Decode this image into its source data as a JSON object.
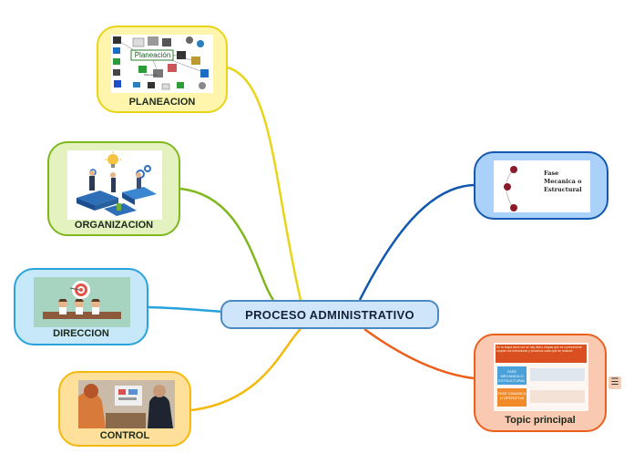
{
  "central": {
    "label": "PROCESO ADMINISTRATIVO"
  },
  "topics": [
    {
      "label": "PLANEACION",
      "image_text": "Planeación",
      "image_caption": "Planeación"
    },
    {
      "label": "ORGANIZACION"
    },
    {
      "label": "DIRECCION"
    },
    {
      "label": "CONTROL"
    },
    {
      "label": "",
      "image_text": "Fase Mecanica o Estructural"
    },
    {
      "label": "Topic principal",
      "image_text": "En la etapa tiene ver se hay dicho etapas que es comúnmente ocupan los estructuras y procesos cada que se realizan",
      "sub_a": "FASE MECANICA O ESTRUCTURAL",
      "sub_b": "FASE DINAMICA U OPERATIVA"
    }
  ],
  "colors": {
    "planeacion": "#e8d418",
    "organizacion": "#7fb81c",
    "direccion": "#29a3dc",
    "control": "#f4b90c",
    "fase": "#1258b0",
    "topic": "#ec5f1c"
  },
  "icons": [
    "menu-icon"
  ]
}
